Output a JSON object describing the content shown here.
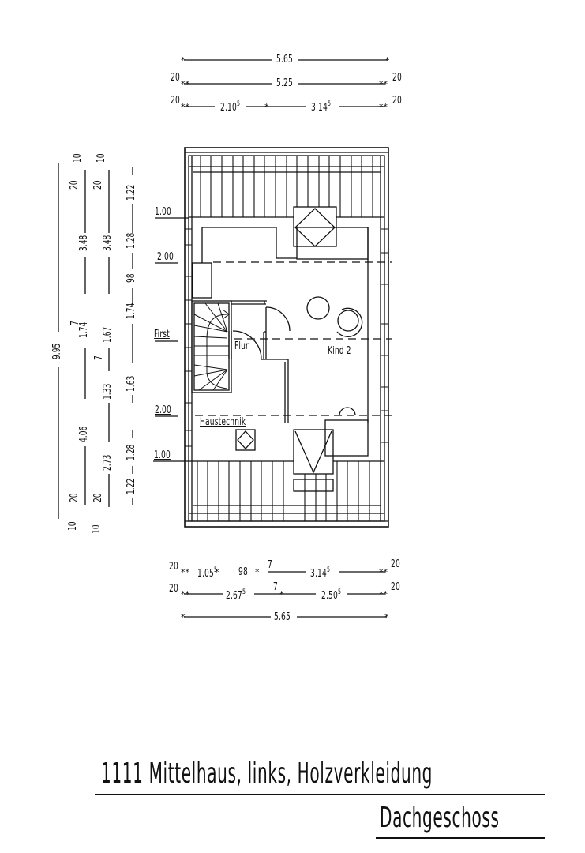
{
  "title": {
    "line1": "1111 Mittelhaus, links, Holzverkleidung",
    "line2": "Dachgeschoss"
  },
  "rooms": {
    "flur": "Flur",
    "kind2": "Kind 2",
    "haustechnik": "Haustechnik"
  },
  "levels": {
    "top_1_00": "1.00",
    "top_2_00": "2.00",
    "first": "First",
    "bottom_2_00": "2.00",
    "bottom_1_00": "1.00"
  },
  "dims_top": {
    "row1": {
      "total": "5.65"
    },
    "row2": {
      "left_wall": "20",
      "inner": "5.25",
      "right_wall": "20"
    },
    "row3": {
      "left_wall": "20",
      "seg1": "2.10",
      "seg1_sup": "5",
      "seg2": "3.14",
      "seg2_sup": "5",
      "right_wall": "20"
    }
  },
  "dims_bottom": {
    "row1": {
      "left_wall": "20",
      "seg1": "1.05",
      "seg1_sup": "5",
      "seg2": "98",
      "wall": "7",
      "seg3": "3.14",
      "seg3_sup": "5",
      "right_wall": "20"
    },
    "row2": {
      "left_wall": "20",
      "seg1": "2.67",
      "seg1_sup": "5",
      "wall": "7",
      "seg2": "2.50",
      "seg2_sup": "5",
      "right_wall": "20"
    },
    "row3": {
      "total": "5.65"
    }
  },
  "dims_left": {
    "col1": {
      "total": "9.95",
      "end_top": "10",
      "end_bottom": "10"
    },
    "col2": [
      "10",
      "20",
      "4.06",
      "7",
      "1.74",
      "3.48",
      "20",
      "10"
    ],
    "col3": [
      "10",
      "20",
      "2.73",
      "1.33",
      "7",
      "1.67",
      "3.48",
      "20",
      "10"
    ],
    "col4": [
      "1.22",
      "1.28",
      "1.63",
      "1.74",
      "98",
      "1.28",
      "1.22"
    ]
  }
}
